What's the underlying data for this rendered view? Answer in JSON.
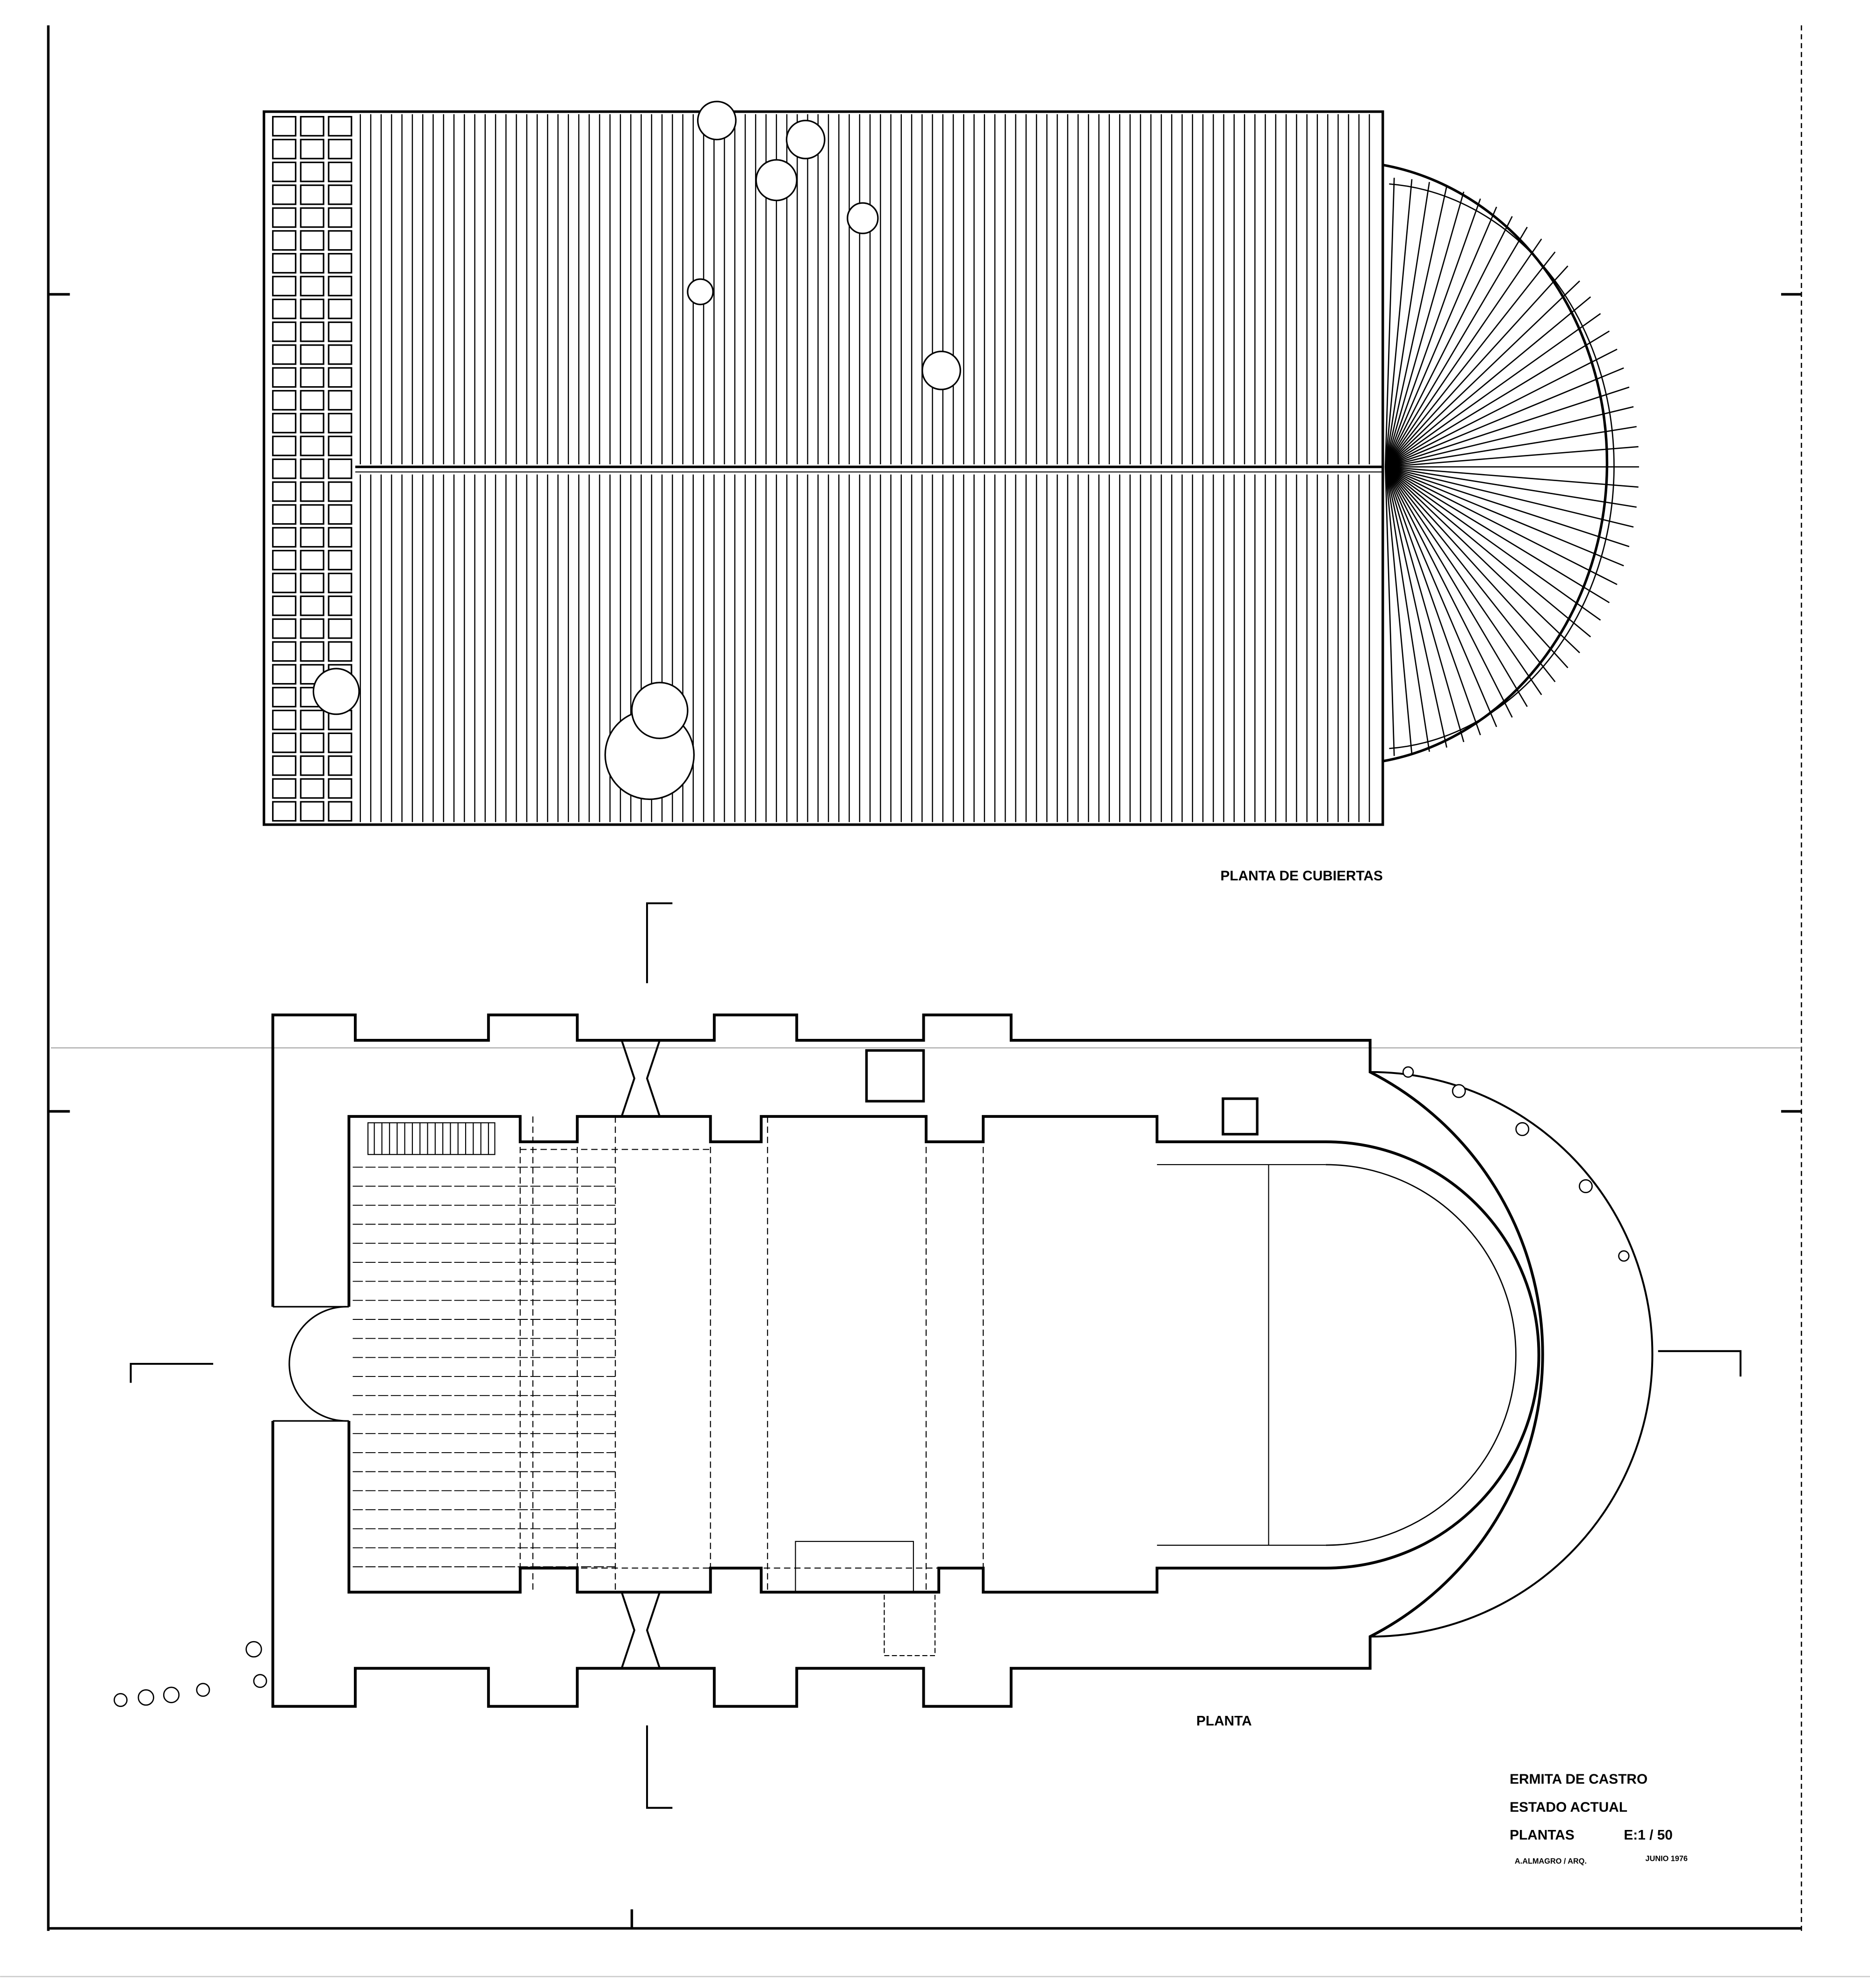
{
  "roof_plan": {
    "label": "PLANTA DE CUBIERTAS"
  },
  "floor_plan": {
    "label": "PLANTA"
  },
  "title_block": {
    "name": "ERMITA DE CASTRO",
    "state": "ESTADO ACTUAL",
    "sheet": "PLANTAS",
    "scale": "E:1 / 50",
    "author": "A.ALMAGRO / ARQ.",
    "date": "JUNIO 1976"
  }
}
